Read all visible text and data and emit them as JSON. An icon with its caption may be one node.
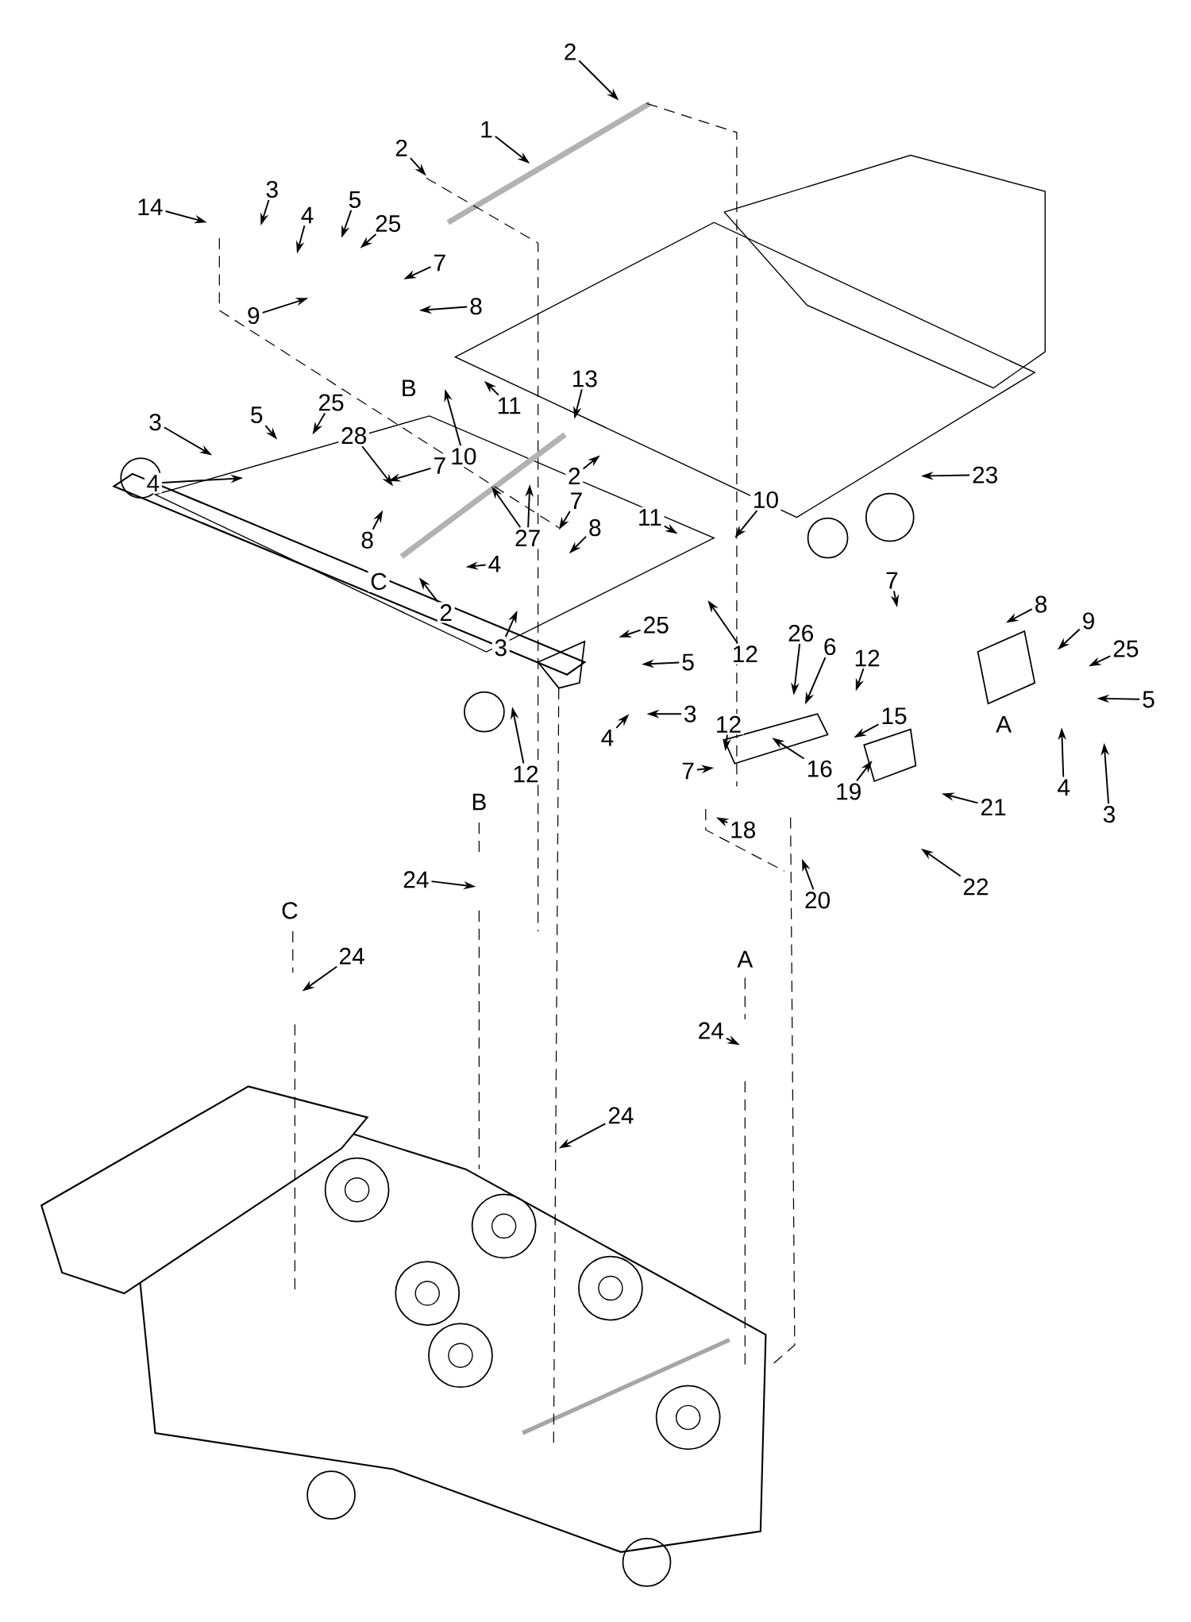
{
  "diagram": {
    "nodes": [
      {
        "text": [
          "2"
        ]
      },
      {
        "text": [
          "1"
        ]
      },
      {
        "text": [
          "2"
        ]
      },
      {
        "text": [
          "14"
        ]
      },
      {
        "text": [
          "3"
        ]
      },
      {
        "text": [
          "4"
        ]
      },
      {
        "text": [
          "5"
        ]
      },
      {
        "text": [
          "25"
        ]
      },
      {
        "text": [
          "7"
        ]
      },
      {
        "text": [
          "9"
        ]
      },
      {
        "text": [
          "8"
        ]
      },
      {
        "text": [
          "13"
        ]
      },
      {
        "text": [
          "11"
        ]
      },
      {
        "text": [
          "10"
        ]
      },
      {
        "text": [
          "3"
        ]
      },
      {
        "text": [
          "5"
        ]
      },
      {
        "text": [
          "25"
        ]
      },
      {
        "text": [
          "28"
        ]
      },
      {
        "text": [
          "7"
        ]
      },
      {
        "text": [
          "4"
        ]
      },
      {
        "text": [
          "27"
        ]
      },
      {
        "text": [
          "8"
        ]
      },
      {
        "text": [
          "2"
        ]
      },
      {
        "text": [
          "4"
        ]
      },
      {
        "text": [
          "3"
        ]
      },
      {
        "text": [
          "7"
        ]
      },
      {
        "text": [
          "8"
        ]
      },
      {
        "text": [
          "2"
        ]
      },
      {
        "text": [
          "11"
        ]
      },
      {
        "text": [
          "10"
        ]
      },
      {
        "text": [
          "23"
        ]
      },
      {
        "text": [
          "12"
        ]
      },
      {
        "text": [
          "25"
        ]
      },
      {
        "text": [
          "5"
        ]
      },
      {
        "text": [
          "4"
        ]
      },
      {
        "text": [
          "3"
        ]
      },
      {
        "text": [
          "12"
        ]
      },
      {
        "text": [
          "7"
        ]
      },
      {
        "text": [
          "8"
        ]
      },
      {
        "text": [
          "9"
        ]
      },
      {
        "text": [
          "25"
        ]
      },
      {
        "text": [
          "5"
        ]
      },
      {
        "text": [
          "4"
        ]
      },
      {
        "text": [
          "3"
        ]
      },
      {
        "text": [
          "26"
        ]
      },
      {
        "text": [
          "6"
        ]
      },
      {
        "text": [
          "12"
        ]
      },
      {
        "text": [
          "15"
        ]
      },
      {
        "text": [
          "12"
        ]
      },
      {
        "text": [
          "7"
        ]
      },
      {
        "text": [
          "16"
        ]
      },
      {
        "text": [
          "19"
        ]
      },
      {
        "text": [
          "21"
        ]
      },
      {
        "text": [
          "18"
        ]
      },
      {
        "text": [
          "20"
        ]
      },
      {
        "text": [
          "22"
        ]
      },
      {
        "text": [
          "24"
        ]
      },
      {
        "text": [
          "24"
        ]
      },
      {
        "text": [
          "24"
        ]
      },
      {
        "text": [
          "24"
        ]
      }
    ],
    "edges": [
      {
        "from": 0,
        "to": null,
        "arrow": "to"
      },
      {
        "from": 1,
        "to": null,
        "arrow": "to"
      },
      {
        "from": 2,
        "to": null,
        "arrow": "to"
      },
      {
        "from": 3,
        "to": null,
        "arrow": "to"
      },
      {
        "from": 4,
        "to": null,
        "arrow": "to"
      },
      {
        "from": 5,
        "to": null,
        "arrow": "to"
      },
      {
        "from": 6,
        "to": null,
        "arrow": "to"
      },
      {
        "from": 7,
        "to": null,
        "arrow": "to"
      },
      {
        "from": 8,
        "to": null,
        "arrow": "to"
      },
      {
        "from": 9,
        "to": null,
        "arrow": "to"
      },
      {
        "from": 10,
        "to": null,
        "arrow": "to"
      },
      {
        "from": 11,
        "to": null,
        "arrow": "to"
      },
      {
        "from": 12,
        "to": null,
        "arrow": "to"
      },
      {
        "from": 13,
        "to": null,
        "arrow": "to"
      },
      {
        "from": 14,
        "to": null,
        "arrow": "to"
      },
      {
        "from": 15,
        "to": null,
        "arrow": "to"
      },
      {
        "from": 16,
        "to": null,
        "arrow": "to"
      },
      {
        "from": 17,
        "to": null,
        "arrow": "to"
      },
      {
        "from": 18,
        "to": null,
        "arrow": "to"
      },
      {
        "from": 19,
        "to": null,
        "arrow": "to"
      },
      {
        "from": 20,
        "to": null,
        "arrow": "to"
      },
      {
        "from": 20,
        "to": null,
        "arrow": "to"
      },
      {
        "from": 21,
        "to": null,
        "arrow": "to"
      },
      {
        "from": 22,
        "to": null,
        "arrow": "to"
      },
      {
        "from": 23,
        "to": null,
        "arrow": "to"
      },
      {
        "from": 24,
        "to": null,
        "arrow": "to"
      },
      {
        "from": 25,
        "to": null,
        "arrow": "to"
      },
      {
        "from": 26,
        "to": null,
        "arrow": "to"
      },
      {
        "from": 27,
        "to": null,
        "arrow": "to"
      },
      {
        "from": 28,
        "to": null,
        "arrow": "to"
      },
      {
        "from": 29,
        "to": null,
        "arrow": "to"
      },
      {
        "from": 30,
        "to": null,
        "arrow": "to"
      },
      {
        "from": 31,
        "to": null,
        "arrow": "to"
      },
      {
        "from": 32,
        "to": null,
        "arrow": "to"
      },
      {
        "from": 33,
        "to": null,
        "arrow": "to"
      },
      {
        "from": 34,
        "to": null,
        "arrow": "to"
      },
      {
        "from": 35,
        "to": null,
        "arrow": "to"
      },
      {
        "from": 36,
        "to": null,
        "arrow": "to"
      },
      {
        "from": 37,
        "to": null,
        "arrow": "to"
      },
      {
        "from": 38,
        "to": null,
        "arrow": "to"
      },
      {
        "from": 39,
        "to": null,
        "arrow": "to"
      },
      {
        "from": 40,
        "to": null,
        "arrow": "to"
      },
      {
        "from": 41,
        "to": null,
        "arrow": "to"
      },
      {
        "from": 42,
        "to": null,
        "arrow": "to"
      },
      {
        "from": 43,
        "to": null,
        "arrow": "to"
      },
      {
        "from": 44,
        "to": null,
        "arrow": "to"
      },
      {
        "from": 45,
        "to": null,
        "arrow": "to"
      },
      {
        "from": 46,
        "to": null,
        "arrow": "to"
      },
      {
        "from": 47,
        "to": null,
        "arrow": "to"
      },
      {
        "from": 48,
        "to": null,
        "arrow": "to"
      },
      {
        "from": 49,
        "to": null,
        "arrow": "to"
      },
      {
        "from": 50,
        "to": null,
        "arrow": "to"
      },
      {
        "from": 51,
        "to": null,
        "arrow": "to"
      },
      {
        "from": 52,
        "to": null,
        "arrow": "to"
      },
      {
        "from": 53,
        "to": null,
        "arrow": "to"
      },
      {
        "from": 54,
        "to": null,
        "arrow": "to"
      },
      {
        "from": 55,
        "to": null,
        "arrow": "to"
      },
      {
        "from": 56,
        "to": null,
        "arrow": "to"
      },
      {
        "from": 57,
        "to": null,
        "arrow": "to"
      },
      {
        "from": 58,
        "to": null,
        "arrow": "to"
      },
      {
        "from": 59,
        "to": null,
        "arrow": "to"
      }
    ],
    "labels": [
      "B",
      "C",
      "A",
      "B",
      "C",
      "A"
    ]
  }
}
